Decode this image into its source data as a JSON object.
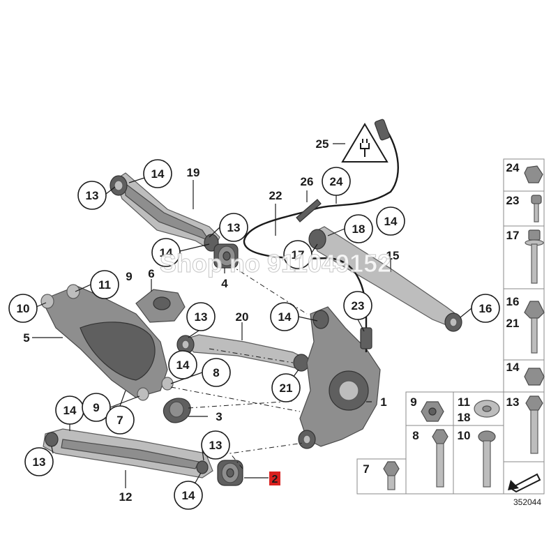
{
  "diagram": {
    "callouts": {
      "c1": "1",
      "c3": "3",
      "c4": "4",
      "c5": "5",
      "c6": "6",
      "c7": "7",
      "c8": "8",
      "c9a": "9",
      "c9b": "9",
      "c10": "10",
      "c11": "11",
      "c12": "12",
      "c13a": "13",
      "c13b": "13",
      "c13c": "13",
      "c13d": "13",
      "c13e": "13",
      "c14a": "14",
      "c14b": "14",
      "c14c": "14",
      "c14d": "14",
      "c14e": "14",
      "c14f": "14",
      "c14g": "14",
      "c15": "15",
      "c16": "16",
      "c17": "17",
      "c18": "18",
      "c19": "19",
      "c20": "20",
      "c21": "21",
      "c22": "22",
      "c23": "23",
      "c24": "24",
      "c25": "25",
      "c26": "26"
    },
    "highlighted_part": "2",
    "highlight_color": "#d9211f",
    "watermark": "Shop no 911049152",
    "diagram_id": "352044",
    "hardware_labels": {
      "h24": "24",
      "h23": "23",
      "h17": "17",
      "h16": "16",
      "h21": "21",
      "h14": "14",
      "h9": "9",
      "h11": "11",
      "h18": "18",
      "h13": "13",
      "h8": "8",
      "h10": "10",
      "h7": "7"
    },
    "icons": [
      "electrical-plug-warning-icon",
      "arrow-icon"
    ]
  }
}
